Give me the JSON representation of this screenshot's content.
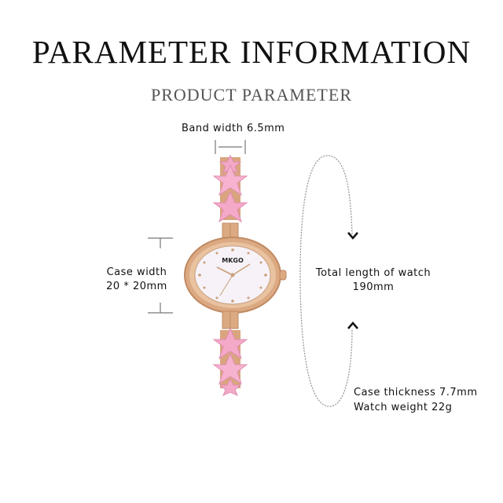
{
  "header": {
    "title": "PARAMETER INFORMATION",
    "subtitle": "PRODUCT PARAMETER"
  },
  "product": {
    "brand": "MKGO",
    "colors": {
      "band": "#f4a9c8",
      "metal": "#d9a57e",
      "dial": "#f6f2f7",
      "dashed_line": "#999999"
    }
  },
  "specs": {
    "band_width": "Band width 6.5mm",
    "case_width_label": "Case width",
    "case_width_value": "20 * 20mm",
    "total_length_label": "Total length of watch",
    "total_length_value": "190mm",
    "case_thickness": "Case thickness 7.7mm",
    "watch_weight": "Watch weight 22g"
  }
}
